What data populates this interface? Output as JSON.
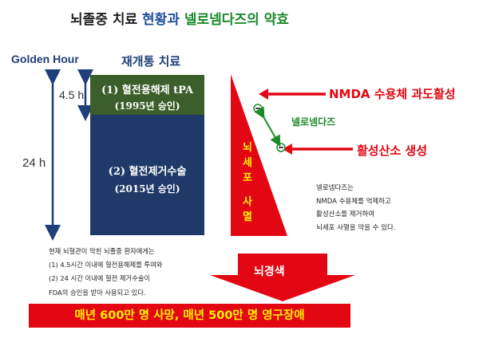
{
  "title": {
    "part1": "뇌졸중 치료 ",
    "part2": "현황과 ",
    "part3": "넬로넴다즈의 약효"
  },
  "golden_hour": "Golden Hour",
  "subheading": "재개통 치료",
  "time_45": "4.5  h",
  "time_24": "24  h",
  "box1": {
    "line1": "(1) 혈전용해제 tPA",
    "line2": "(1995년 승인)"
  },
  "box2": {
    "line1": "(2) 혈전제거수술",
    "line2": "(2015년 승인)"
  },
  "triangle": {
    "line1": "뇌",
    "line2": "세",
    "line3": "포",
    "line4": "사",
    "line5": "멸"
  },
  "nmda_label": "NMDA 수용체 과도활성",
  "nerinemdaz_label": "넬로넴다즈",
  "ros_label": "활성산소 생성",
  "description": [
    "넬로넴다즈는",
    "NMDA 수용체를 억제하고",
    "활성산소를 제거하여",
    "뇌세포 사멸을 막을 수 있다."
  ],
  "footnote": [
    "현재 뇌혈관이 막힌 뇌졸중 환자에게는",
    "(1)  4.5시간 이내에 혈전용해제를 투여와",
    "(2)  24 시간 이내에 혈전 제거수술이",
    "FDA의 승인을 받아 사용되고 있다."
  ],
  "infarct_label": "뇌경색",
  "bottom_banner": "매년 600만 명 사망, 매년 500만 명 영구장애",
  "colors": {
    "red": "#e30613",
    "navy": "#1f3a68",
    "green_box": "#3b5e2a",
    "yellow": "#fff200",
    "green_text": "#1a8a2a"
  },
  "icons": [
    "minus-circle-icon",
    "double-arrow-icon",
    "arrow-left-icon",
    "down-arrow-icon"
  ]
}
